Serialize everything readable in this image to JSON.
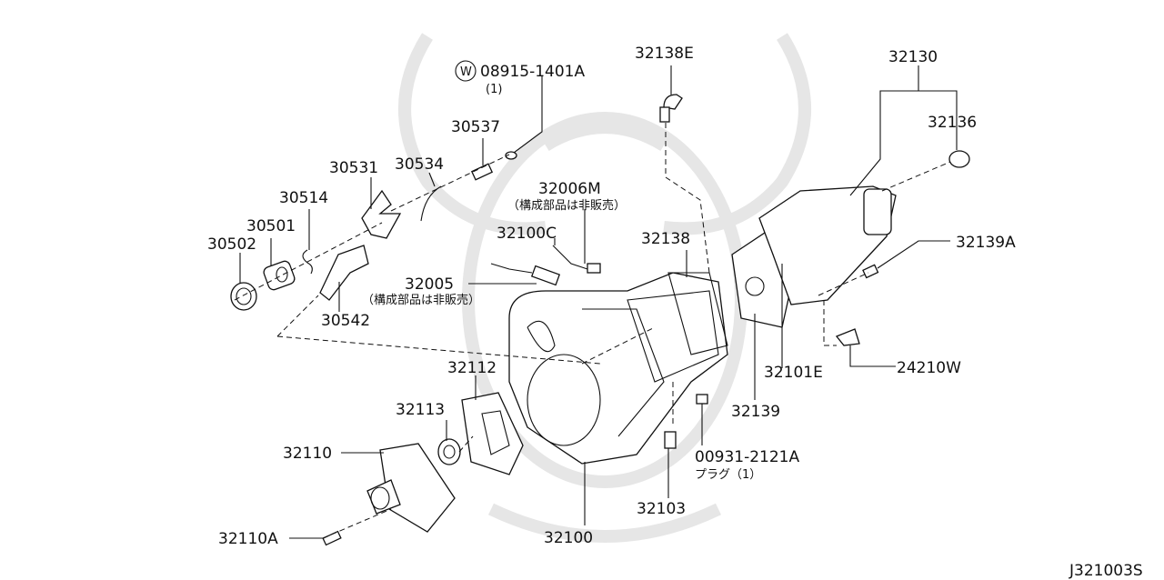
{
  "diagram_id": "J321003S",
  "labels": {
    "p08915": "08915-1401A",
    "p08915_qty": "(1)",
    "p08915_badge": "W",
    "p32138E": "32138E",
    "p32130": "32130",
    "p32136": "32136",
    "p30537": "30537",
    "p30534": "30534",
    "p30531": "30531",
    "p30514": "30514",
    "p30501": "30501",
    "p30502": "30502",
    "p30542": "30542",
    "p32006M": "32006M",
    "p32006M_note": "（構成部品は非販売）",
    "p32100C": "32100C",
    "p32138": "32138",
    "p32005": "32005",
    "p32005_note": "（構成部品は非販売）",
    "p32139A": "32139A",
    "p24210W": "24210W",
    "p32101E": "32101E",
    "p32139": "32139",
    "p32112": "32112",
    "p32113": "32113",
    "p32110": "32110",
    "p32110A": "32110A",
    "p32100": "32100",
    "p32103": "32103",
    "p00931": "00931-2121A",
    "p00931_note": "プラグ（1）"
  }
}
